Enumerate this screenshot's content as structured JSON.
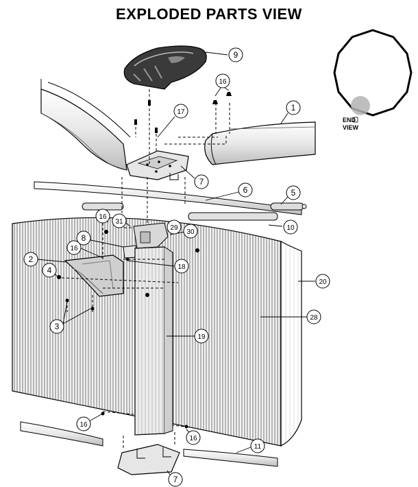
{
  "title": "EXPLODED PARTS VIEW",
  "end_view": {
    "label_line1": "END",
    "label_line2": "VIEW"
  },
  "callouts": [
    {
      "id": "c9",
      "label": "9"
    },
    {
      "id": "c16a",
      "label": "16"
    },
    {
      "id": "c1",
      "label": "1"
    },
    {
      "id": "c17",
      "label": "17"
    },
    {
      "id": "c7a",
      "label": "7"
    },
    {
      "id": "c6",
      "label": "6"
    },
    {
      "id": "c5",
      "label": "5"
    },
    {
      "id": "c16b",
      "label": "16"
    },
    {
      "id": "c31",
      "label": "31"
    },
    {
      "id": "c29",
      "label": "29"
    },
    {
      "id": "c30",
      "label": "30"
    },
    {
      "id": "c10",
      "label": "10"
    },
    {
      "id": "c8",
      "label": "8"
    },
    {
      "id": "c16c",
      "label": "16"
    },
    {
      "id": "c2",
      "label": "2"
    },
    {
      "id": "c18",
      "label": "18"
    },
    {
      "id": "c4",
      "label": "4"
    },
    {
      "id": "c20",
      "label": "20"
    },
    {
      "id": "c3",
      "label": "3"
    },
    {
      "id": "c28",
      "label": "28"
    },
    {
      "id": "c19",
      "label": "19"
    },
    {
      "id": "c16d",
      "label": "16"
    },
    {
      "id": "c16e",
      "label": "16"
    },
    {
      "id": "c11",
      "label": "11"
    },
    {
      "id": "c7b",
      "label": "7"
    }
  ]
}
